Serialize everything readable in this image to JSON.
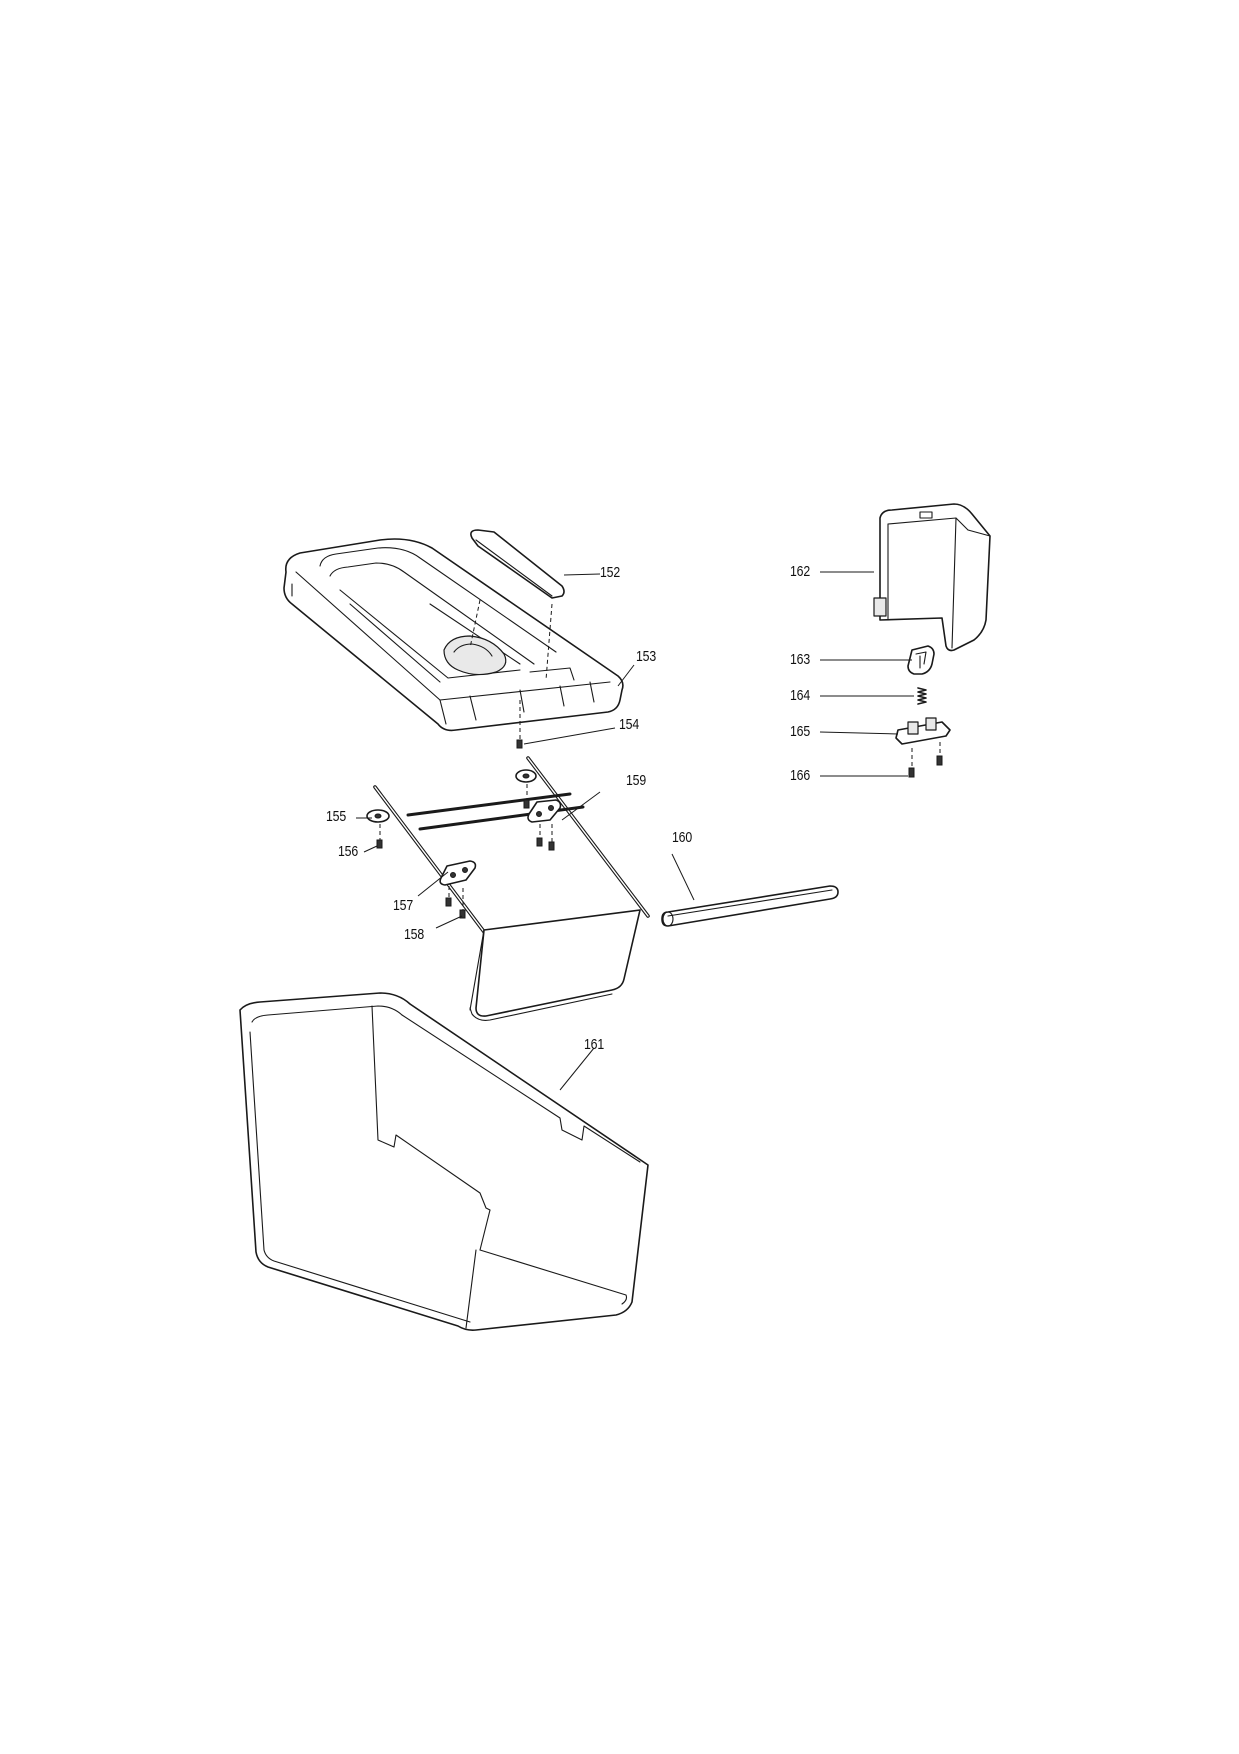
{
  "diagram": {
    "parts": [
      {
        "id": "152",
        "label": "152"
      },
      {
        "id": "153",
        "label": "153"
      },
      {
        "id": "154",
        "label": "154"
      },
      {
        "id": "155",
        "label": "155"
      },
      {
        "id": "156",
        "label": "156"
      },
      {
        "id": "157",
        "label": "157"
      },
      {
        "id": "158",
        "label": "158"
      },
      {
        "id": "159",
        "label": "159"
      },
      {
        "id": "160",
        "label": "160"
      },
      {
        "id": "161",
        "label": "161"
      },
      {
        "id": "162",
        "label": "162"
      },
      {
        "id": "163",
        "label": "163"
      },
      {
        "id": "164",
        "label": "164"
      },
      {
        "id": "165",
        "label": "165"
      },
      {
        "id": "166",
        "label": "166"
      }
    ]
  }
}
